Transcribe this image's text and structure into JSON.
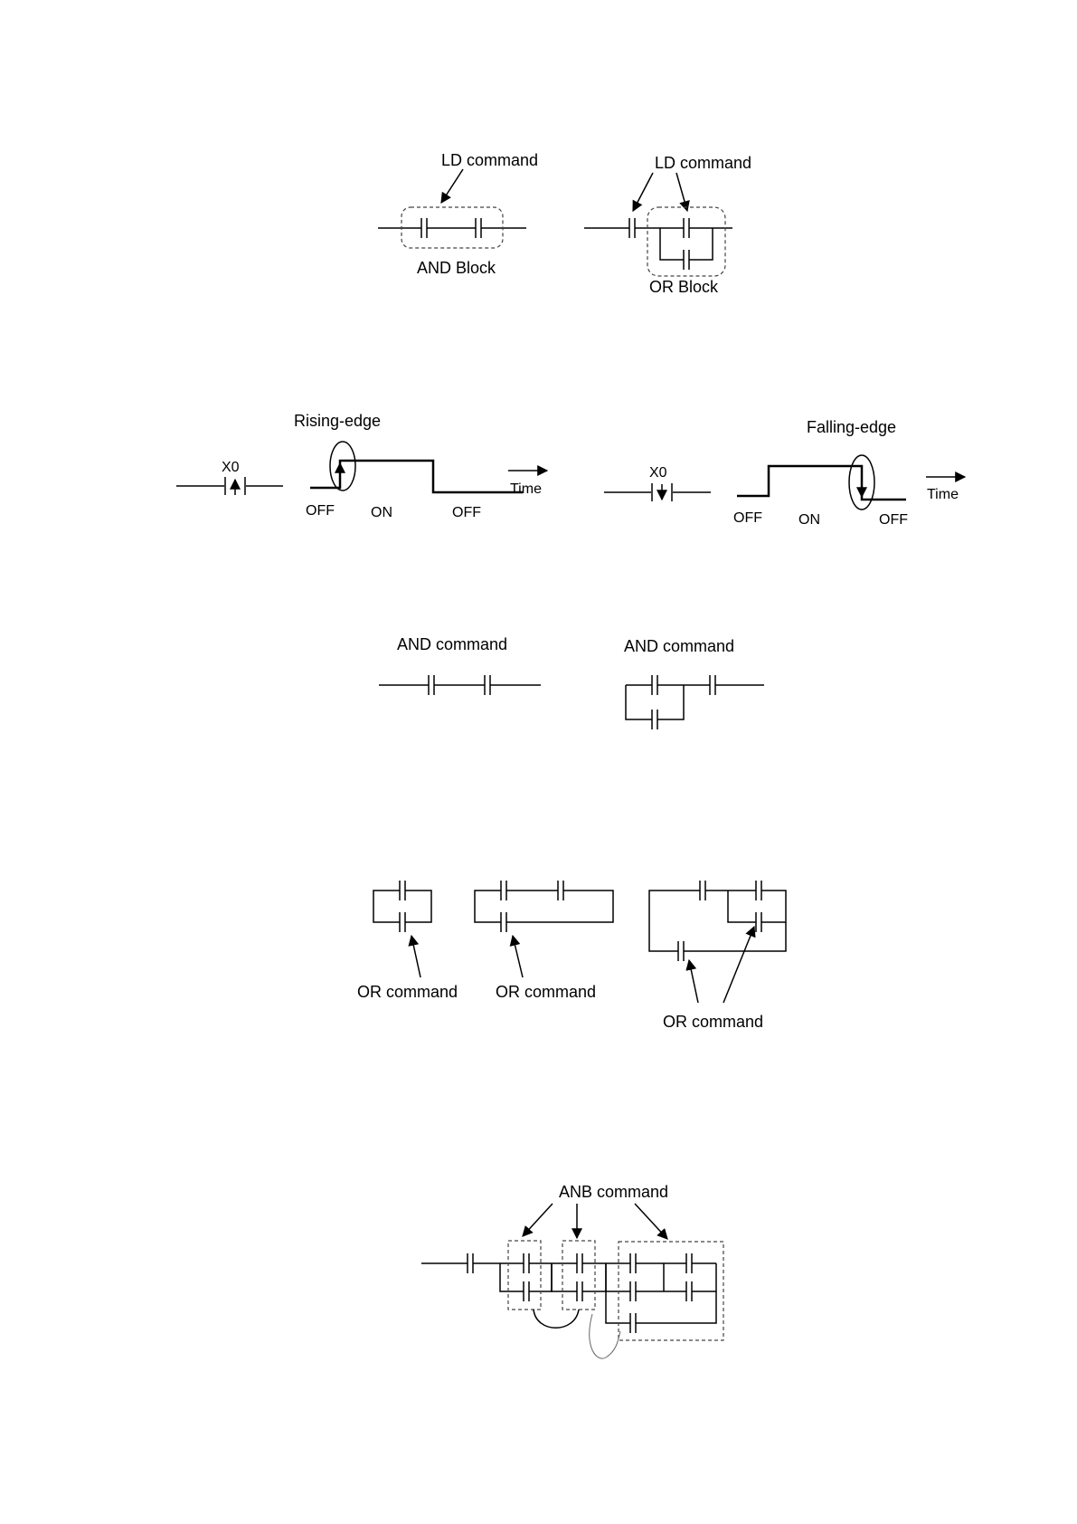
{
  "section_and_block": {
    "left_label": "LD command",
    "left_block_label": "AND Block",
    "right_label": "LD command",
    "right_block_label": "OR Block"
  },
  "section_edges": {
    "rising": {
      "title": "Rising-edge",
      "contact": "X0",
      "off_before": "OFF",
      "on": "ON",
      "off_after": "OFF",
      "time": "Time"
    },
    "falling": {
      "title": "Falling-edge",
      "contact": "X0",
      "off_before": "OFF",
      "on": "ON",
      "off_after": "OFF",
      "time": "Time"
    }
  },
  "section_and_command": {
    "left_label": "AND command",
    "right_label": "AND command"
  },
  "section_or_command": {
    "label_1": "OR command",
    "label_2": "OR command",
    "label_3": "OR command"
  },
  "section_anb": {
    "label": "ANB command"
  }
}
